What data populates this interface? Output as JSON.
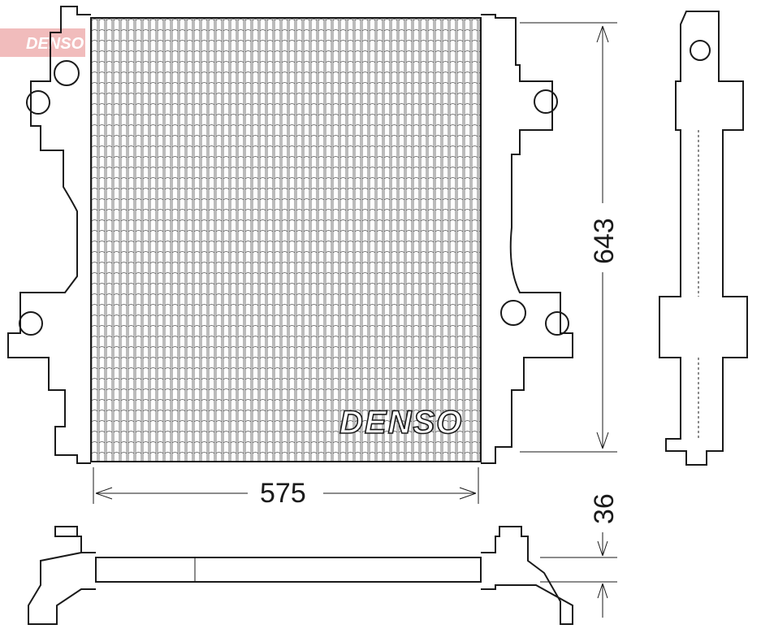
{
  "drawing": {
    "watermark": "DENSO",
    "core_logo": "DENSO",
    "dimensions": {
      "width": "575",
      "height": "643",
      "depth": "36"
    },
    "colors": {
      "line": "#1a1a1a",
      "watermark": "#e06a6a"
    }
  }
}
